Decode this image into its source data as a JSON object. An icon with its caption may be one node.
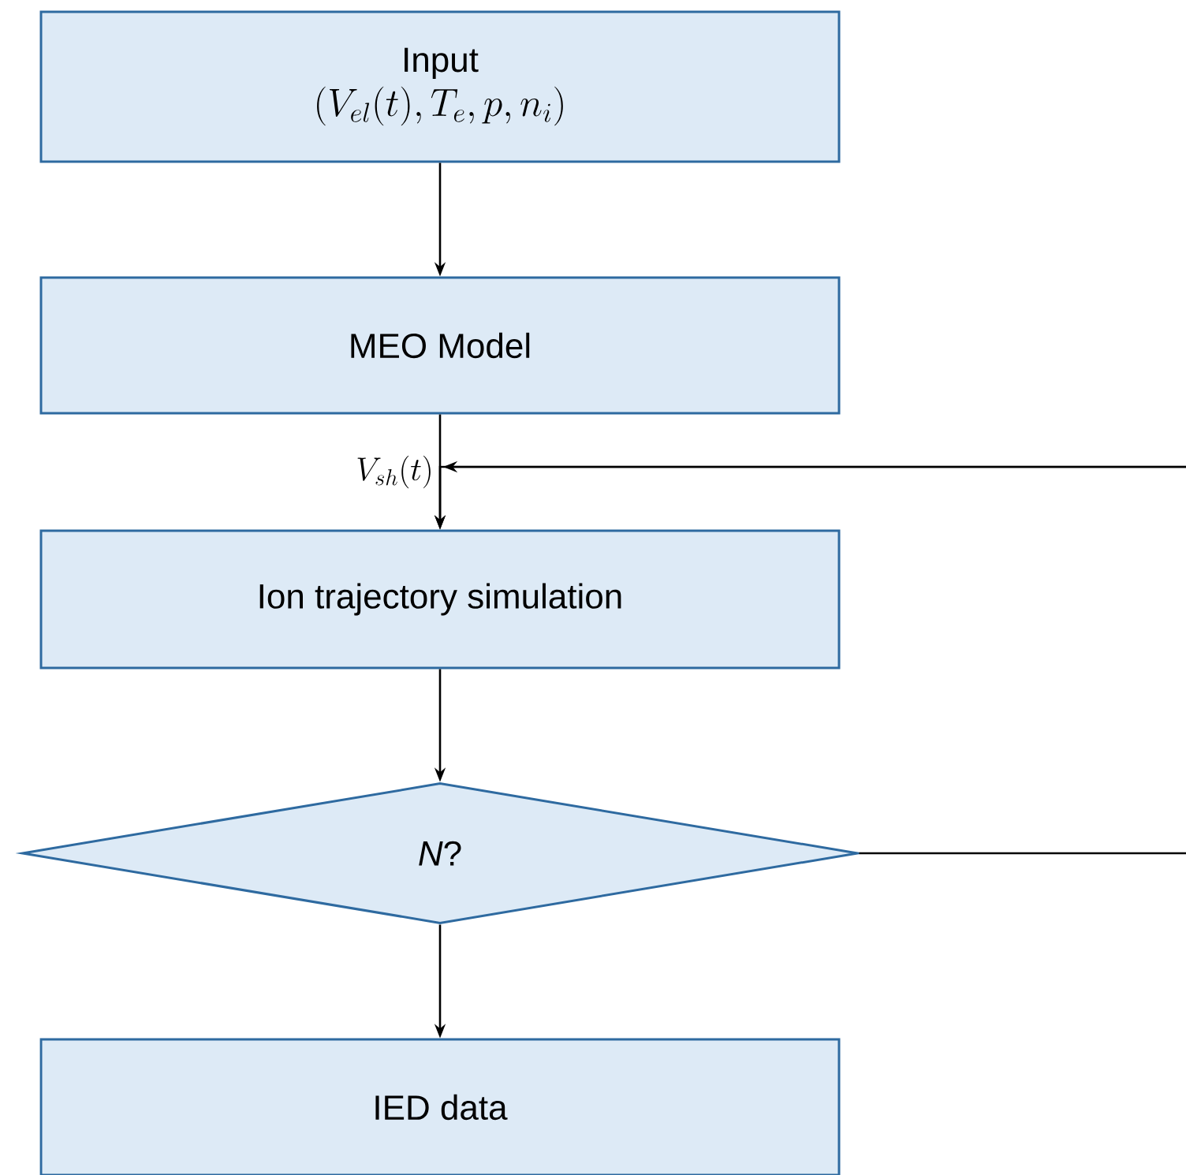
{
  "diagram": {
    "nodes": [
      {
        "text": [
          "Input",
          "(V_{el}(t), T_e, p, n_i)"
        ]
      },
      {
        "text": [
          "MEO Model"
        ]
      },
      {
        "text": [
          "Ion trajectory simulation"
        ]
      },
      {
        "text": [
          "*N*?"
        ]
      },
      {
        "text": [
          "IED data"
        ]
      }
    ],
    "edges": [
      {
        "from": 0,
        "to": 1,
        "arrow": "to"
      },
      {
        "from": 1,
        "to": 2,
        "arrow": "to",
        "label": "V_{sh}(t)"
      },
      {
        "from": 2,
        "to": 3,
        "arrow": "to"
      },
      {
        "from": 3,
        "to": 4,
        "arrow": "to"
      },
      {
        "from": 3,
        "to": 2,
        "arrow": "to"
      }
    ]
  }
}
